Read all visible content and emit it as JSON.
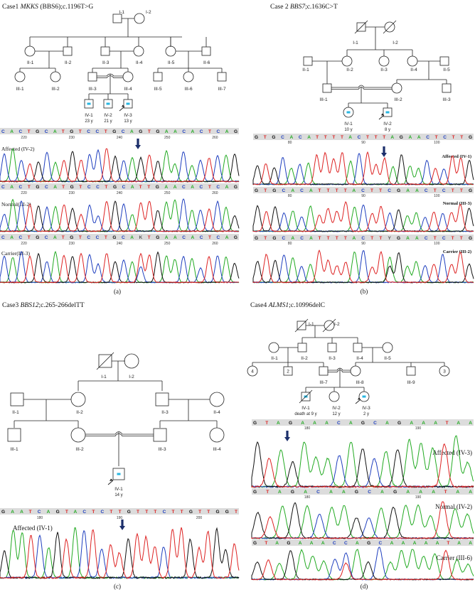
{
  "panels": [
    {
      "id": "a",
      "title_prefix": "Case1 ",
      "gene": "MKKS",
      "gene_alias": " (BBS6)",
      "variant": ";c.1196T>G",
      "subfigure": "(a)",
      "individuals": [
        "I-1",
        "I-2",
        "II-1",
        "II-2",
        "II-3",
        "II-4",
        "II-5",
        "II-6",
        "III-1",
        "III-2",
        "III-3",
        "III-4",
        "III-5",
        "III-6",
        "III-7",
        "IV-1",
        "IV-2",
        "IV-3"
      ],
      "ages": [
        "23 y",
        "21 y",
        "13 y"
      ],
      "seq_top": "CACTGCATGTCCTGCAGTGAACACTCAG",
      "seq_mid": "CACTGCATGTCCTGCATTGAACACTCAG",
      "seq_bot": "CACTGCATGTCCTGCAKTGAACACTCAG",
      "positions": [
        "220",
        "230",
        "240",
        "250",
        "260"
      ],
      "traces": [
        "Affected (IV-2)",
        "Normal(III-2)",
        "Carrier(III-3)"
      ]
    },
    {
      "id": "b",
      "title_prefix": "Case 2 ",
      "gene": "BBS7",
      "gene_alias": "",
      "variant": ";c.1636C>T",
      "subfigure": "(b)",
      "individuals": [
        "I-1",
        "I-2",
        "II-1",
        "II-2",
        "II-3",
        "II-4",
        "II-5",
        "III-1",
        "III-2",
        "III-3",
        "IV-1",
        "IV-2"
      ],
      "ages": [
        "10 y",
        "8 y"
      ],
      "seq_top": "GTGCACATTTTACTTTAGAACTCTTG",
      "seq_mid": "GTGCACATTTTACTTCGAACTCTTG",
      "seq_bot": "GTGCACATTTTACTTYGAACTCTTG",
      "positions": [
        "80",
        "90",
        "100"
      ],
      "traces": [
        "Affected (IV-1)",
        "Normal (III-3)",
        "Carrier (III-2)"
      ]
    },
    {
      "id": "c",
      "title_prefix": "Case3 ",
      "gene": "BBS12",
      "gene_alias": "",
      "variant": ";c.265-266delTT",
      "subfigure": "(c)",
      "individuals": [
        "I-1",
        "I-2",
        "II-1",
        "II-2",
        "II-3",
        "II-4",
        "III-1",
        "III-2",
        "III-3",
        "III-4",
        "IV-1"
      ],
      "ages": [
        "14 y"
      ],
      "seq_top": "GAATCAGTACTCTTGTTTCTTGTTGGT",
      "positions": [
        "180",
        "190",
        "200"
      ],
      "traces": [
        "Affected (IV-1)"
      ]
    },
    {
      "id": "d",
      "title_prefix": "Case4 ",
      "gene": "ALMS1",
      "gene_alias": "",
      "variant": ";c.10996delC",
      "subfigure": "(d)",
      "individuals": [
        "I-1",
        "I-2",
        "II-1",
        "II-2",
        "II-3",
        "II-4",
        "II-5",
        "III-7",
        "III-8",
        "III-9",
        "IV-1",
        "IV-2",
        "IV-3"
      ],
      "sibship_counts": [
        "4",
        "2",
        "3"
      ],
      "ages": [
        "death at 9 y",
        "12 y",
        "2 y"
      ],
      "seq_top": "GTAGAAACAGCAGAAATAA",
      "seq_mid": "GTAGACAAGCAGAAATAA",
      "seq_bot": "GTAGAAACCAGCAAAAATAA",
      "positions": [
        "180",
        "190"
      ],
      "traces": [
        "Affected (IV-3)",
        "Normal (IV-2)",
        "Carrier (III-6)"
      ]
    }
  ],
  "colors": {
    "A": "#22aa22",
    "C": "#1f3fbf",
    "G": "#111111",
    "T": "#dd2222",
    "affected": "#29b6e0",
    "arrow": "#1c2f6b"
  }
}
